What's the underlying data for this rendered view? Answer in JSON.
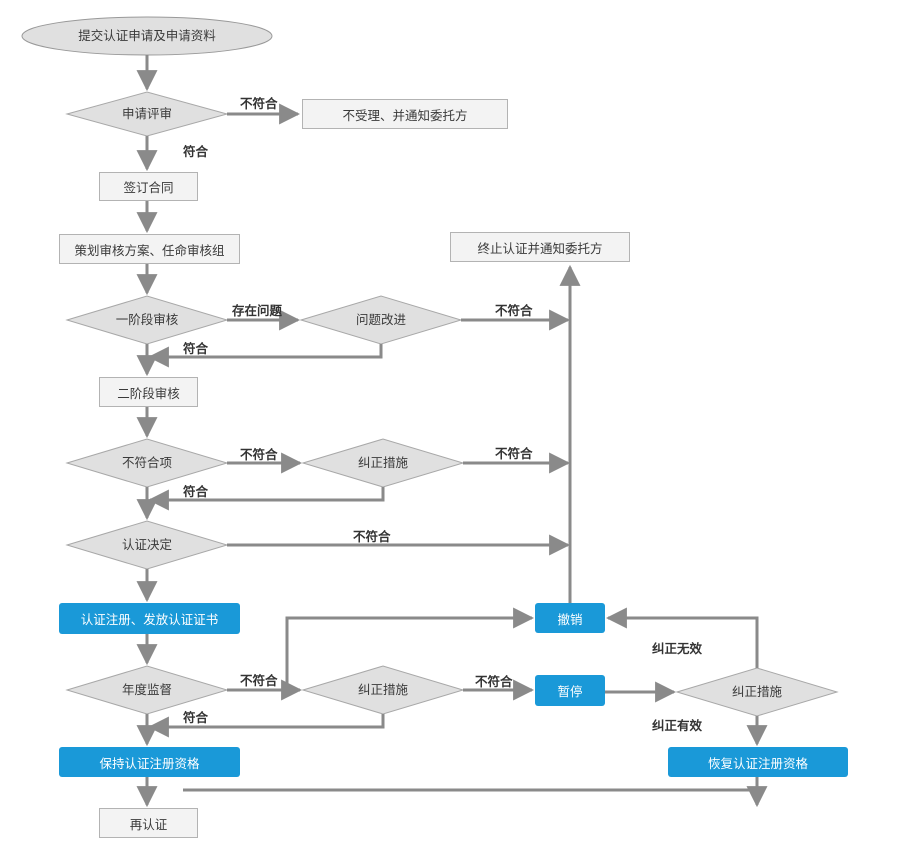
{
  "nodes": {
    "submit": "提交认证申请及申请资料",
    "review": "申请评审",
    "reject_notify": "不受理、并通知委托方",
    "sign": "签订合同",
    "plan": "策划审核方案、任命审核组",
    "terminate": "终止认证并通知委托方",
    "stage1": "一阶段审核",
    "issue_fix": "问题改进",
    "stage2": "二阶段审核",
    "nonconform_item": "不符合项",
    "corrective1": "纠正措施",
    "decision": "认证决定",
    "register": "认证注册、发放认证证书",
    "revoke": "撤销",
    "annual": "年度监督",
    "corrective2": "纠正措施",
    "suspend": "暂停",
    "corrective3": "纠正措施",
    "maintain": "保持认证注册资格",
    "restore": "恢复认证注册资格",
    "recert": "再认证"
  },
  "labels": {
    "review_nc": "不符合",
    "review_ok": "符合",
    "s1_problem": "存在问题",
    "s1_ok": "符合",
    "fix_nc": "不符合",
    "nci_nc": "不符合",
    "nci_ok": "符合",
    "c1_nc": "不符合",
    "decision_nc": "不符合",
    "annual_nc": "不符合",
    "annual_ok": "符合",
    "c2_nc": "不符合",
    "c3_fail": "纠正无效",
    "c3_ok": "纠正有效"
  },
  "colors": {
    "line": "#8a8a8a",
    "box_fill": "#f3f3f3",
    "box_border": "#b3b3b3",
    "diamond_fill": "#e0e0e0",
    "accent": "#1a99d8"
  }
}
